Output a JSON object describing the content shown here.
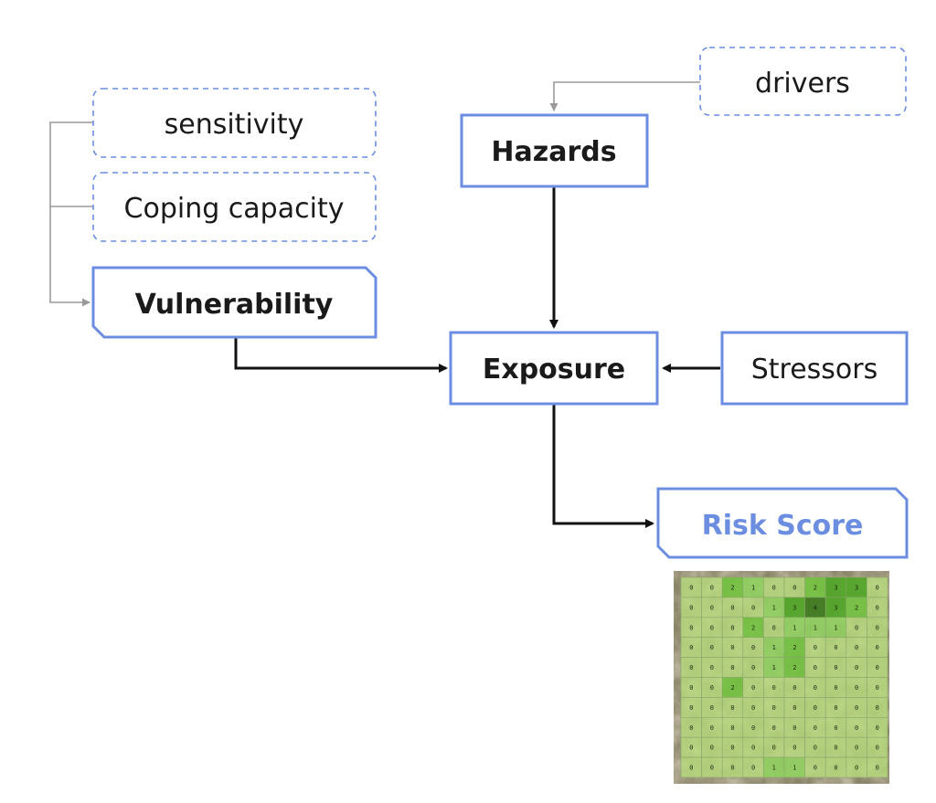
{
  "nodes": {
    "sensitivity": "sensitivity",
    "coping_capacity": "Coping capacity",
    "vulnerability": "Vulnerability",
    "drivers": "drivers",
    "hazards": "Hazards",
    "exposure": "Exposure",
    "stressors": "Stressors",
    "risk_score": "Risk Score"
  },
  "colors": {
    "box_border": "#6c8ee0",
    "risk_text": "#6c8ee0",
    "arrow_main": "#111111",
    "arrow_minor": "#9a9a9a"
  },
  "risk_grid": {
    "rows": [
      [
        0,
        0,
        2,
        1,
        0,
        0,
        2,
        3,
        3,
        0
      ],
      [
        0,
        0,
        0,
        0,
        1,
        3,
        4,
        3,
        2,
        0
      ],
      [
        0,
        0,
        0,
        2,
        0,
        1,
        1,
        1,
        0,
        0
      ],
      [
        0,
        0,
        0,
        0,
        1,
        2,
        0,
        0,
        0,
        0
      ],
      [
        0,
        0,
        0,
        0,
        1,
        2,
        0,
        0,
        0,
        0
      ],
      [
        0,
        0,
        2,
        0,
        0,
        0,
        0,
        0,
        0,
        0
      ],
      [
        0,
        0,
        0,
        0,
        0,
        0,
        0,
        0,
        0,
        0
      ],
      [
        0,
        0,
        0,
        0,
        0,
        0,
        0,
        0,
        0,
        0
      ],
      [
        0,
        0,
        0,
        0,
        0,
        0,
        0,
        0,
        0,
        0
      ],
      [
        0,
        0,
        0,
        0,
        1,
        1,
        0,
        0,
        0,
        0
      ]
    ]
  }
}
